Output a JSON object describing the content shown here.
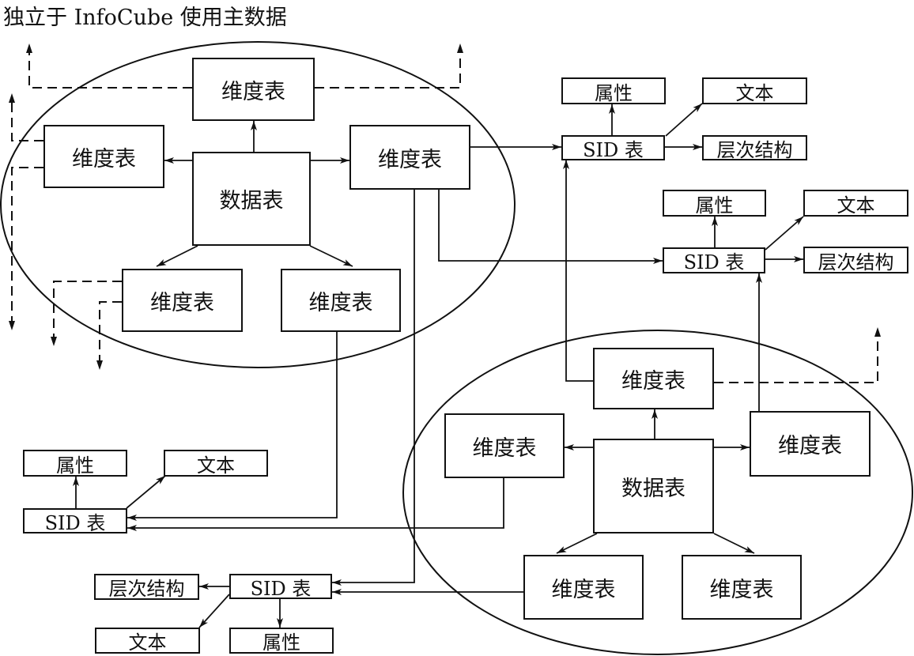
{
  "title": "独立于 InfoCube 使用主数据",
  "labels": {
    "dim": "维度表",
    "fact": "数据表",
    "sid": "SID 表",
    "attr": "属性",
    "text": "文本",
    "hier": "层次结构"
  }
}
